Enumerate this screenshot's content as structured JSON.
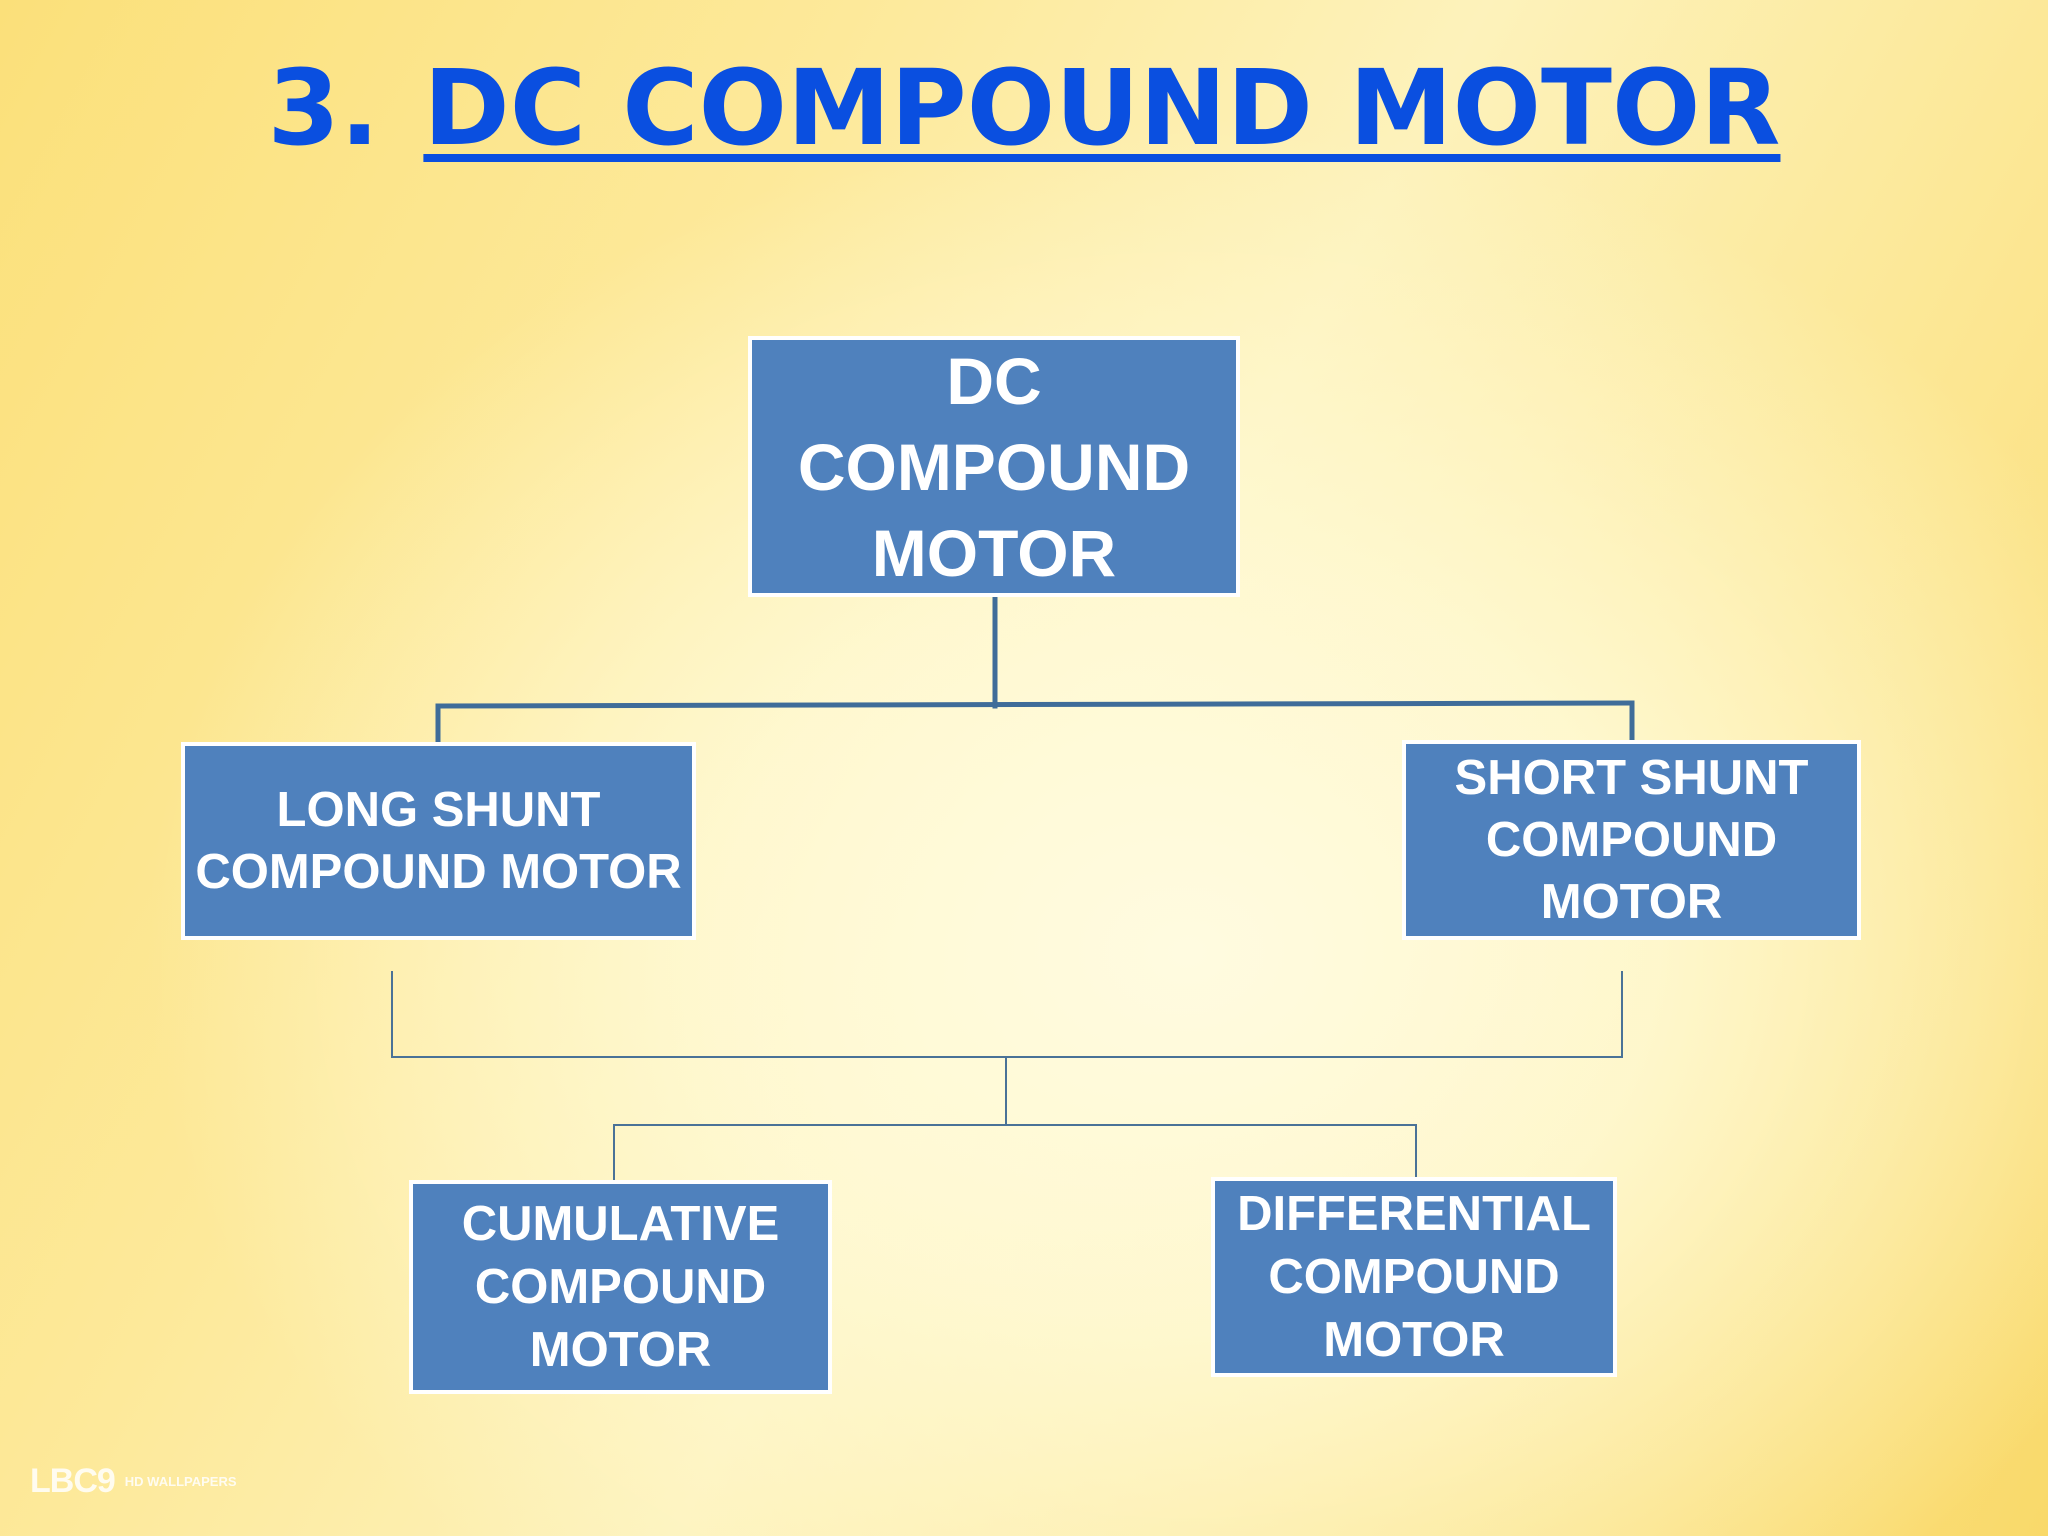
{
  "slide": {
    "title_number": "3.",
    "title_text": "DC COMPOUND MOTOR"
  },
  "diagram": {
    "root": "DC\nCOMPOUND\nMOTOR",
    "long_shunt": "LONG SHUNT\nCOMPOUND MOTOR",
    "short_shunt": "SHORT SHUNT\nCOMPOUND\nMOTOR",
    "cumulative": "CUMULATIVE\nCOMPOUND\nMOTOR",
    "differential": "DIFFERENTIAL\nCOMPOUND\nMOTOR"
  },
  "watermark": {
    "logo": "LBC9",
    "text": "HD WALLPAPERS"
  },
  "colors": {
    "title": "#0a4fe0",
    "box_fill": "#4f81bd",
    "box_border": "#ffffff",
    "connector": "#3f6c99",
    "background": "#fde99a"
  }
}
